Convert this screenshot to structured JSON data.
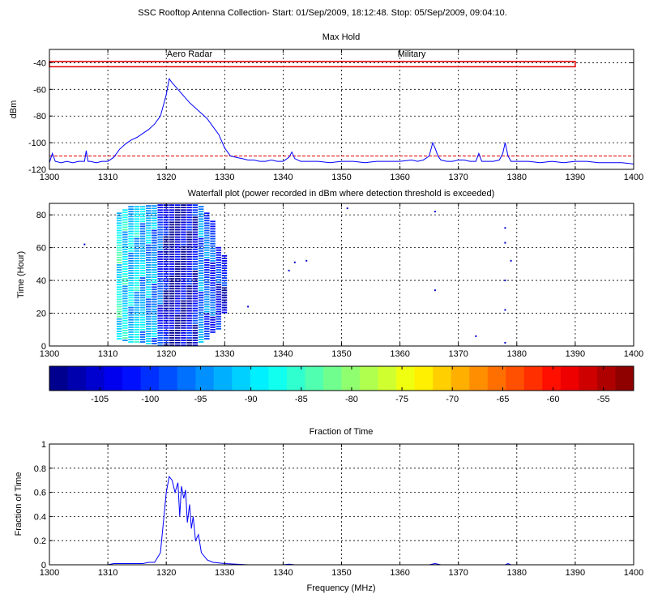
{
  "figure": {
    "title": "SSC Rooftop Antenna Collection- Start: 01/Sep/2009, 18:12:48. Stop:  05/Sep/2009, 09:04:10."
  },
  "chart_data": [
    {
      "type": "line",
      "title": "Max Hold",
      "xlabel": "",
      "ylabel": "dBm",
      "xlim": [
        1300,
        1400
      ],
      "ylim": [
        -120,
        -30
      ],
      "xticks": [
        "1300",
        "1310",
        "1320",
        "1330",
        "1340",
        "1350",
        "1360",
        "1370",
        "1380",
        "1390",
        "1400"
      ],
      "yticks": [
        "-40",
        "-60",
        "-80",
        "-100",
        "-120"
      ],
      "grid": true,
      "band_labels": [
        {
          "text": "Aero Radar",
          "x": 1324
        },
        {
          "text": "Military",
          "x": 1362
        }
      ],
      "band_box": {
        "x0": 1300,
        "x1": 1390,
        "y0": -43,
        "y1": -39,
        "color": "#e00000"
      },
      "threshold": {
        "y": -110,
        "color": "#e00000"
      },
      "series_color": "#0000ff",
      "x": [
        1300,
        1300.5,
        1301,
        1302,
        1303,
        1304,
        1305,
        1306,
        1306.3,
        1306.6,
        1307,
        1308,
        1309,
        1310,
        1311,
        1312,
        1313,
        1314,
        1315,
        1316,
        1317,
        1318,
        1319,
        1320,
        1320.5,
        1321,
        1322,
        1323,
        1324,
        1325,
        1326,
        1327,
        1328,
        1329,
        1330,
        1331,
        1332,
        1333,
        1334,
        1335,
        1336,
        1337,
        1338,
        1339,
        1340,
        1341,
        1341.5,
        1342,
        1343,
        1344,
        1346,
        1348,
        1350,
        1352,
        1354,
        1356,
        1358,
        1360,
        1362,
        1363,
        1364,
        1365,
        1365.6,
        1366,
        1366.5,
        1367,
        1368,
        1369,
        1370,
        1371,
        1372,
        1373,
        1373.5,
        1374,
        1375,
        1376,
        1377,
        1377.6,
        1378,
        1378.5,
        1379,
        1380,
        1382,
        1384,
        1386,
        1388,
        1390,
        1392,
        1394,
        1396,
        1398,
        1400
      ],
      "values": [
        -115,
        -108,
        -114,
        -115,
        -114,
        -115,
        -114,
        -114,
        -106,
        -114,
        -114,
        -115,
        -114,
        -114,
        -111,
        -105,
        -101,
        -98,
        -96,
        -93,
        -90,
        -86,
        -80,
        -64,
        -52,
        -55,
        -60,
        -65,
        -70,
        -74,
        -78,
        -82,
        -88,
        -94,
        -104,
        -110,
        -111,
        -112,
        -113,
        -113,
        -114,
        -114,
        -113,
        -114,
        -114,
        -111,
        -107,
        -112,
        -114,
        -114,
        -114,
        -115,
        -114,
        -114,
        -115,
        -114,
        -114,
        -114,
        -113,
        -114,
        -113,
        -110,
        -100,
        -104,
        -110,
        -113,
        -114,
        -114,
        -113,
        -113,
        -114,
        -114,
        -108,
        -114,
        -114,
        -114,
        -113,
        -108,
        -100,
        -110,
        -114,
        -114,
        -114,
        -115,
        -114,
        -115,
        -114,
        -114,
        -115,
        -115,
        -115,
        -116
      ]
    },
    {
      "type": "heatmap",
      "title": "Waterfall plot (power recorded in dBm where detection threshold is exceeded)",
      "xlabel": "",
      "ylabel": "Time (Hour)",
      "xlim": [
        1300,
        1400
      ],
      "ylim": [
        0,
        87
      ],
      "xticks": [
        "1300",
        "1310",
        "1320",
        "1330",
        "1340",
        "1350",
        "1360",
        "1370",
        "1380",
        "1390",
        "1400"
      ],
      "yticks": [
        "0",
        "20",
        "40",
        "60",
        "80"
      ],
      "grid": true,
      "columns": [
        {
          "x": 1312,
          "t0": 4,
          "t1": 82,
          "dbm": -88
        },
        {
          "x": 1313,
          "t0": 3,
          "t1": 84,
          "dbm": -90
        },
        {
          "x": 1314,
          "t0": 2,
          "t1": 85,
          "dbm": -92
        },
        {
          "x": 1315,
          "t0": 2,
          "t1": 85,
          "dbm": -91
        },
        {
          "x": 1316,
          "t0": 2,
          "t1": 86,
          "dbm": -93
        },
        {
          "x": 1317,
          "t0": 1,
          "t1": 86,
          "dbm": -94
        },
        {
          "x": 1318,
          "t0": 1,
          "t1": 86,
          "dbm": -95
        },
        {
          "x": 1319,
          "t0": 0,
          "t1": 87,
          "dbm": -100
        },
        {
          "x": 1320,
          "t0": 0,
          "t1": 87,
          "dbm": -105
        },
        {
          "x": 1321,
          "t0": 0,
          "t1": 87,
          "dbm": -108
        },
        {
          "x": 1322,
          "t0": 0,
          "t1": 87,
          "dbm": -107
        },
        {
          "x": 1323,
          "t0": 0,
          "t1": 87,
          "dbm": -106
        },
        {
          "x": 1324,
          "t0": 0,
          "t1": 87,
          "dbm": -105
        },
        {
          "x": 1325,
          "t0": 0,
          "t1": 87,
          "dbm": -104
        },
        {
          "x": 1326,
          "t0": 2,
          "t1": 85,
          "dbm": -96
        },
        {
          "x": 1327,
          "t0": 4,
          "t1": 82,
          "dbm": -98
        },
        {
          "x": 1328,
          "t0": 8,
          "t1": 76,
          "dbm": -100
        },
        {
          "x": 1329,
          "t0": 10,
          "t1": 60,
          "dbm": -102
        },
        {
          "x": 1330,
          "t0": 20,
          "t1": 55,
          "dbm": -104
        }
      ],
      "points": [
        {
          "x": 1306,
          "t": 62
        },
        {
          "x": 1334,
          "t": 24
        },
        {
          "x": 1341,
          "t": 46
        },
        {
          "x": 1342,
          "t": 51
        },
        {
          "x": 1344,
          "t": 52
        },
        {
          "x": 1366,
          "t": 82
        },
        {
          "x": 1366,
          "t": 34
        },
        {
          "x": 1373,
          "t": 6
        },
        {
          "x": 1378,
          "t": 2
        },
        {
          "x": 1378,
          "t": 22
        },
        {
          "x": 1378,
          "t": 40
        },
        {
          "x": 1378,
          "t": 63
        },
        {
          "x": 1378,
          "t": 72
        },
        {
          "x": 1379,
          "t": 52
        },
        {
          "x": 1351,
          "t": 84
        }
      ],
      "colorbar": {
        "range": [
          -110,
          -52
        ],
        "ticks": [
          "-105",
          "-100",
          "-95",
          "-90",
          "-85",
          "-80",
          "-75",
          "-70",
          "-65",
          "-60",
          "-55"
        ],
        "colors": [
          "#00008f",
          "#0000af",
          "#0000cf",
          "#0000ef",
          "#0010ff",
          "#0030ff",
          "#0050ff",
          "#0070ff",
          "#0090ff",
          "#00b0ff",
          "#00d0ff",
          "#00f0ff",
          "#10ffef",
          "#30ffcf",
          "#50ffaf",
          "#70ff8f",
          "#90ff6f",
          "#b0ff4f",
          "#d0ff2f",
          "#f0ff0f",
          "#ffef00",
          "#ffcf00",
          "#ffaf00",
          "#ff8f00",
          "#ff6f00",
          "#ff4f00",
          "#ff2f00",
          "#ff0f00",
          "#ef0000",
          "#cf0000",
          "#af0000",
          "#8f0000"
        ]
      }
    },
    {
      "type": "line",
      "title": "Fraction of Time",
      "xlabel": "Frequency (MHz)",
      "ylabel": "Fraction of Time",
      "xlim": [
        1300,
        1400
      ],
      "ylim": [
        0,
        1
      ],
      "xticks": [
        "1300",
        "1310",
        "1320",
        "1330",
        "1340",
        "1350",
        "1360",
        "1370",
        "1380",
        "1390",
        "1400"
      ],
      "yticks": [
        "0",
        "0.2",
        "0.4",
        "0.6",
        "0.8",
        "1"
      ],
      "grid": true,
      "series_color": "#0000ff",
      "x": [
        1300,
        1310,
        1311,
        1312,
        1314,
        1316,
        1317,
        1318,
        1319,
        1319.5,
        1320,
        1320.5,
        1321,
        1321.5,
        1322,
        1322.3,
        1322.6,
        1323,
        1323.3,
        1323.6,
        1324,
        1324.3,
        1324.6,
        1325,
        1325.5,
        1326,
        1327,
        1328,
        1330,
        1332,
        1334,
        1340,
        1341,
        1342,
        1350,
        1360,
        1365,
        1366,
        1367,
        1370,
        1378,
        1378.5,
        1379,
        1390,
        1400
      ],
      "values": [
        0,
        0,
        0.01,
        0.01,
        0.01,
        0.01,
        0.02,
        0.02,
        0.1,
        0.35,
        0.6,
        0.73,
        0.7,
        0.6,
        0.68,
        0.4,
        0.65,
        0.55,
        0.62,
        0.35,
        0.5,
        0.3,
        0.4,
        0.2,
        0.25,
        0.1,
        0.04,
        0.02,
        0.01,
        0.005,
        0,
        0,
        0.005,
        0,
        0,
        0,
        0,
        0.01,
        0,
        0,
        0,
        0.01,
        0,
        0,
        0
      ]
    }
  ]
}
